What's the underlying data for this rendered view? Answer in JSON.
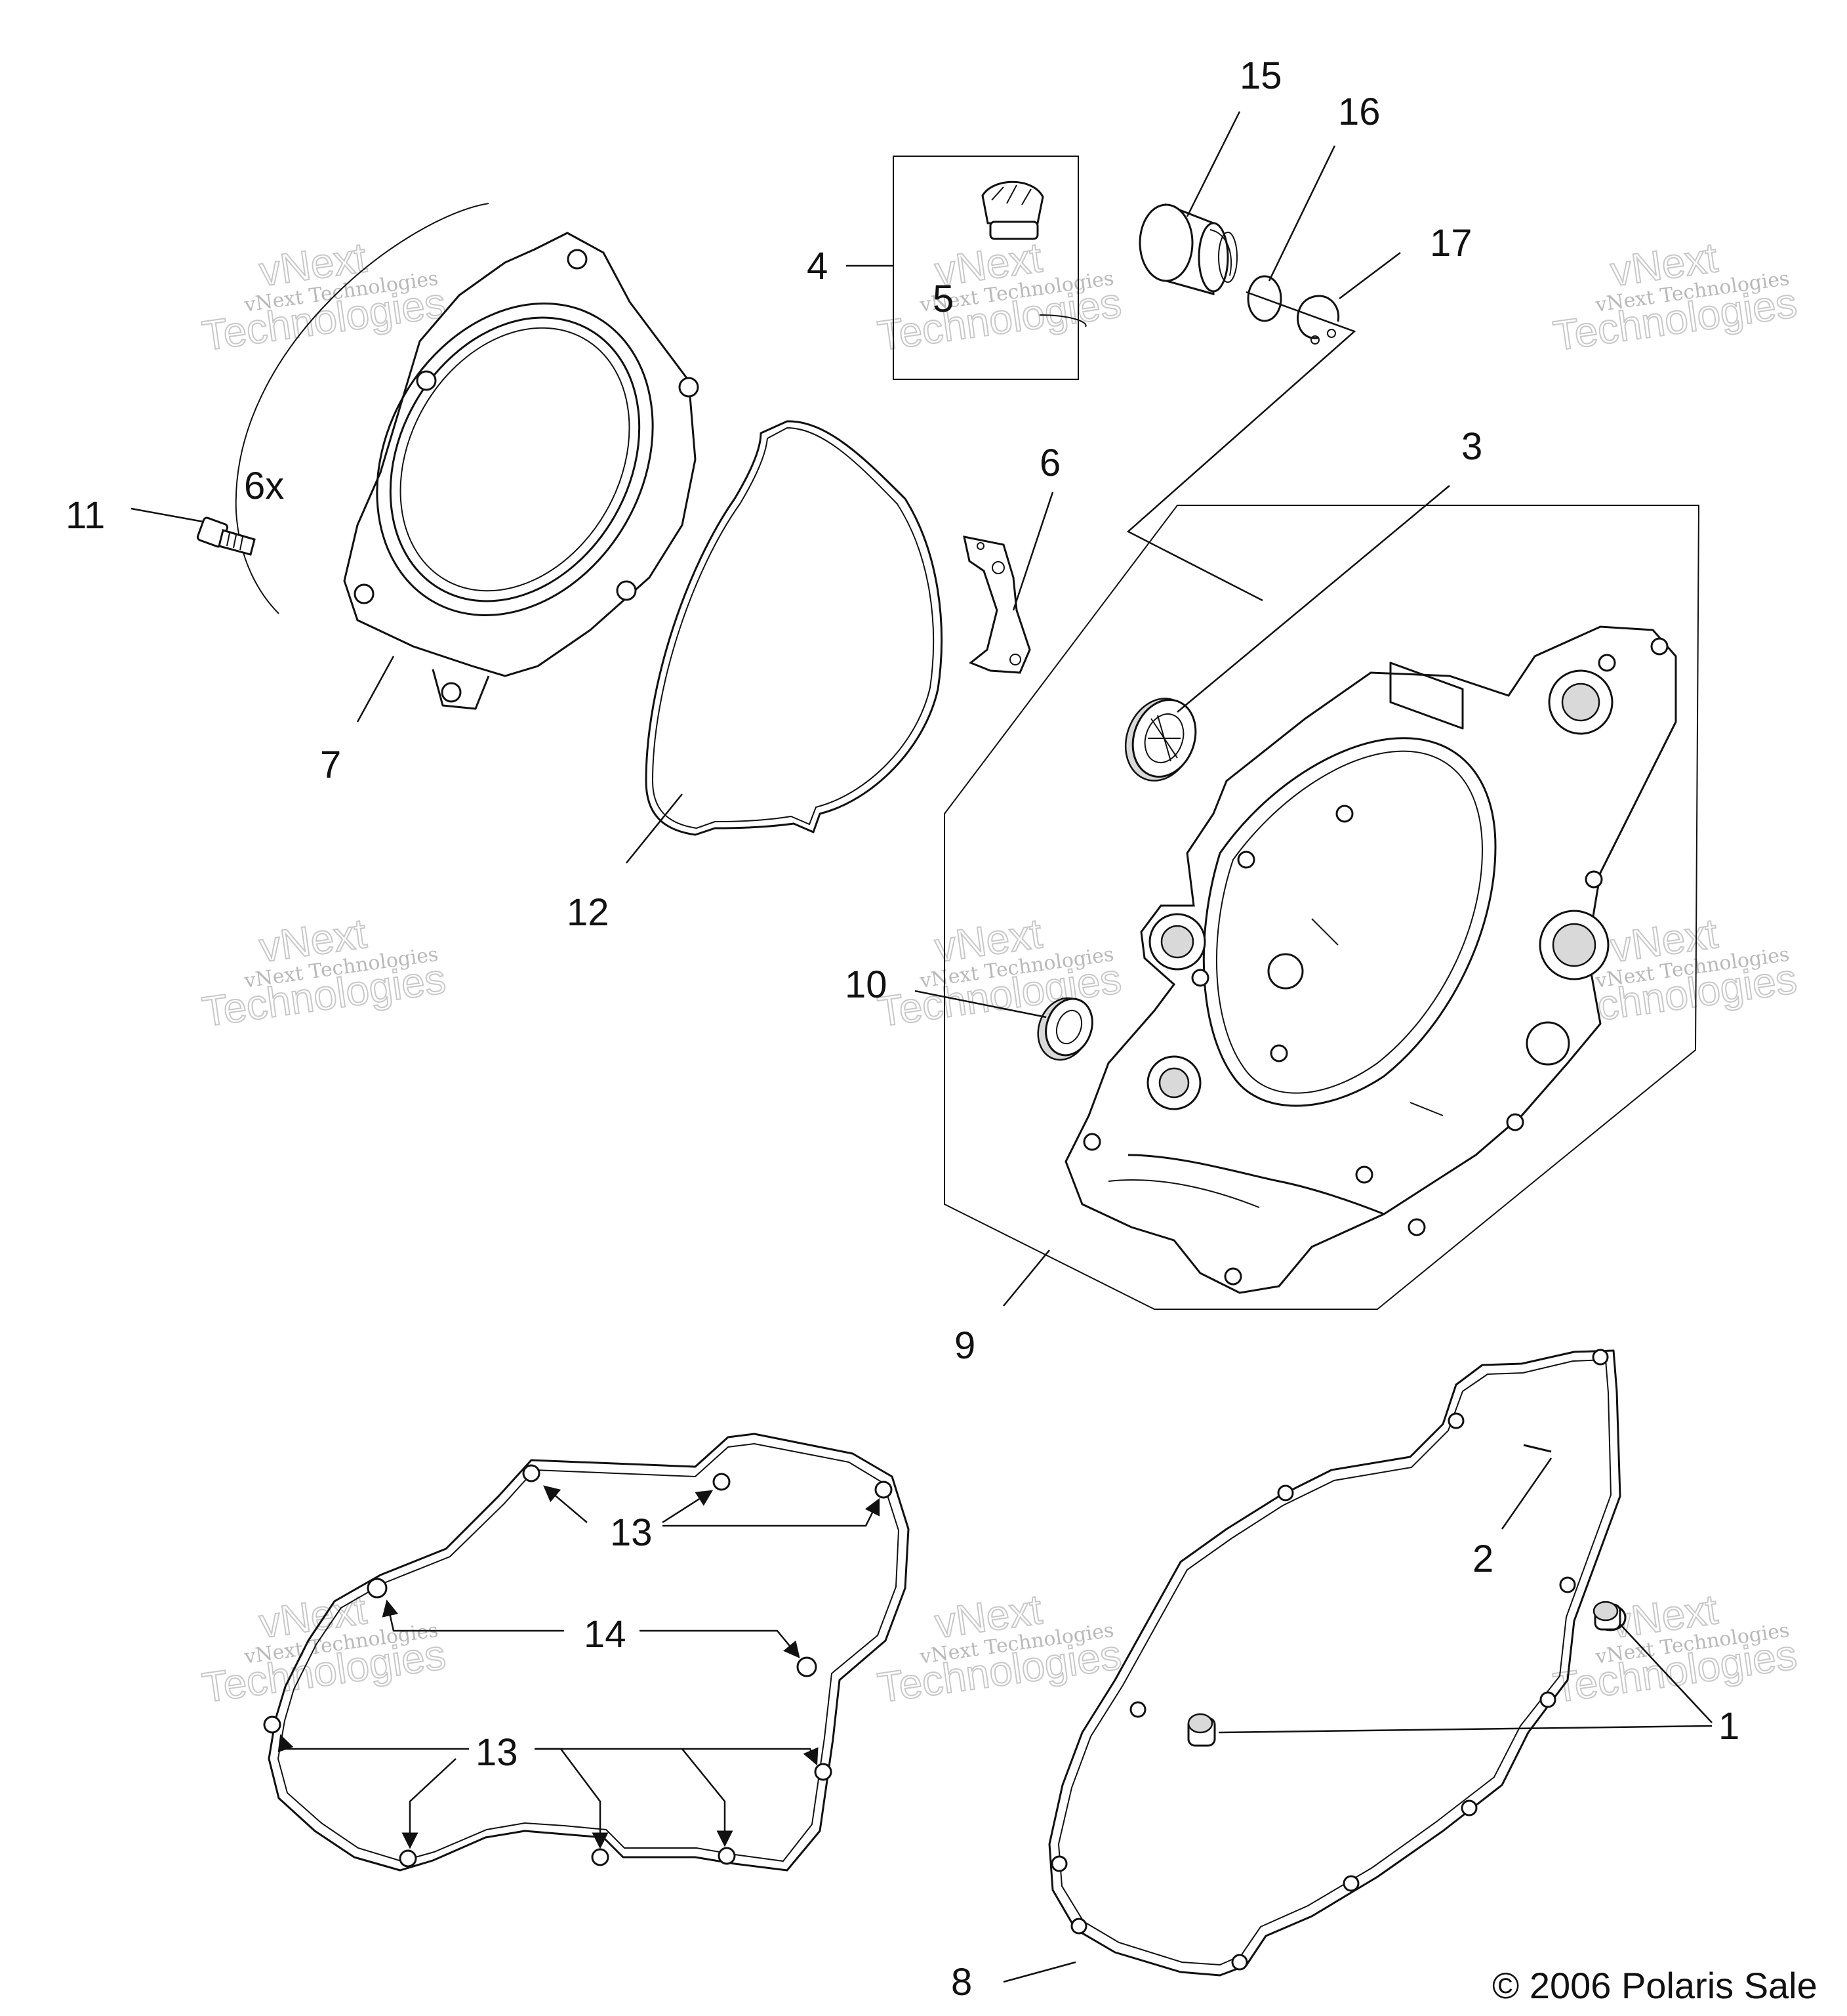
{
  "callouts": {
    "c15": "15",
    "c16": "16",
    "c17": "17",
    "c4": "4",
    "c5": "5",
    "c3": "3",
    "c6": "6",
    "c6x": "6x",
    "c11": "11",
    "c7": "7",
    "c12": "12",
    "c10": "10",
    "c9": "9",
    "c13a": "13",
    "c14": "14",
    "c13b": "13",
    "c2": "2",
    "c1": "1",
    "c8": "8"
  },
  "watermark": {
    "line": "vNext Technologies",
    "word_top": "vNext",
    "word_bottom": "Technologies"
  },
  "copyright": "© 2006 Polaris Sale"
}
